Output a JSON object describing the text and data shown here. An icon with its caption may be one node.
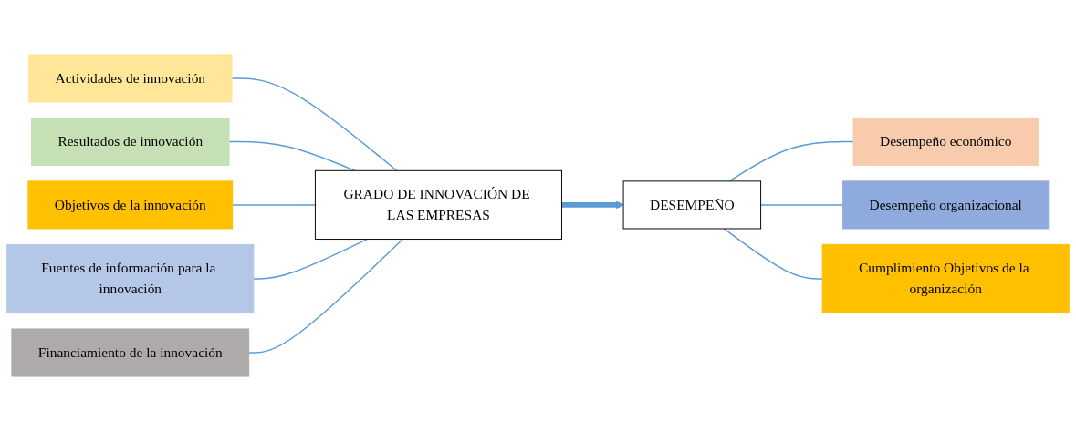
{
  "diagram": {
    "nodes": [
      {
        "text": [
          "Actividades de innovación"
        ]
      },
      {
        "text": [
          "Resultados de innovación"
        ]
      },
      {
        "text": [
          "Objetivos de la innovación"
        ]
      },
      {
        "text": [
          "Fuentes de información para la innovación"
        ]
      },
      {
        "text": [
          "Financiamiento de la innovación"
        ]
      },
      {
        "text": [
          "GRADO DE INNOVACIÓN DE LAS EMPRESAS"
        ]
      },
      {
        "text": [
          "DESEMPEÑO"
        ]
      },
      {
        "text": [
          "Desempeño económico"
        ]
      },
      {
        "text": [
          "Desempeño organizacional"
        ]
      },
      {
        "text": [
          "Cumplimiento Objetivos de la organización"
        ]
      }
    ],
    "edges": [
      {
        "from": 0,
        "to": 5,
        "arrow": "none"
      },
      {
        "from": 1,
        "to": 5,
        "arrow": "none"
      },
      {
        "from": 2,
        "to": 5,
        "arrow": "none"
      },
      {
        "from": 3,
        "to": 5,
        "arrow": "none"
      },
      {
        "from": 4,
        "to": 5,
        "arrow": "none"
      },
      {
        "from": 5,
        "to": 6,
        "arrow": "to",
        "style": "thick"
      },
      {
        "from": 6,
        "to": 7,
        "arrow": "none"
      },
      {
        "from": 6,
        "to": 8,
        "arrow": "none"
      },
      {
        "from": 6,
        "to": 9,
        "arrow": "none"
      }
    ]
  }
}
